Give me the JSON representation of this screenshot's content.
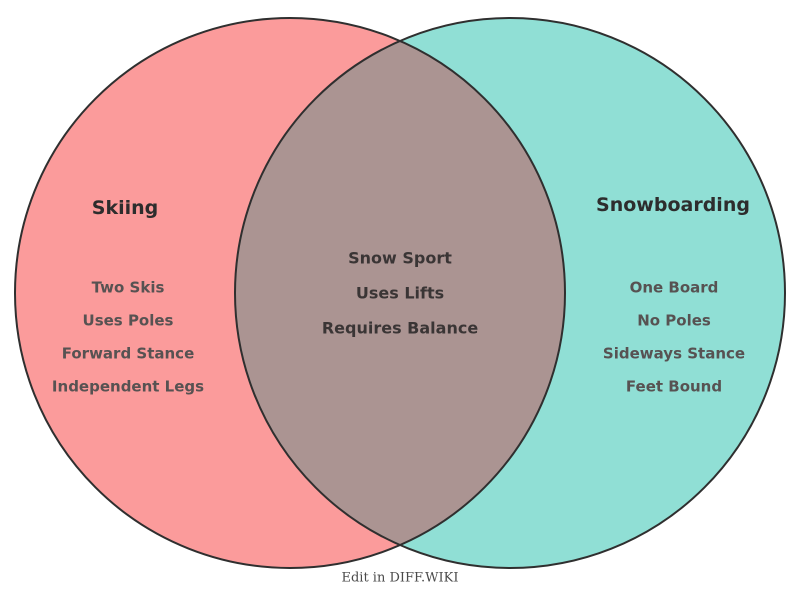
{
  "venn": {
    "left": {
      "title": "Skiing",
      "items": [
        "Two Skis",
        "Uses Poles",
        "Forward Stance",
        "Independent Legs"
      ],
      "color": "#FB9B9B"
    },
    "right": {
      "title": "Snowboarding",
      "items": [
        "One Board",
        "No Poles",
        "Sideways Stance",
        "Feet Bound"
      ],
      "color": "#90DFD5"
    },
    "center": {
      "items": [
        "Snow Sport",
        "Uses Lifts",
        "Requires Balance"
      ],
      "color": "#AB9492"
    },
    "outline_color": "#2f2f2f"
  },
  "footer": {
    "caption": "Edit in DIFF.WIKI"
  }
}
